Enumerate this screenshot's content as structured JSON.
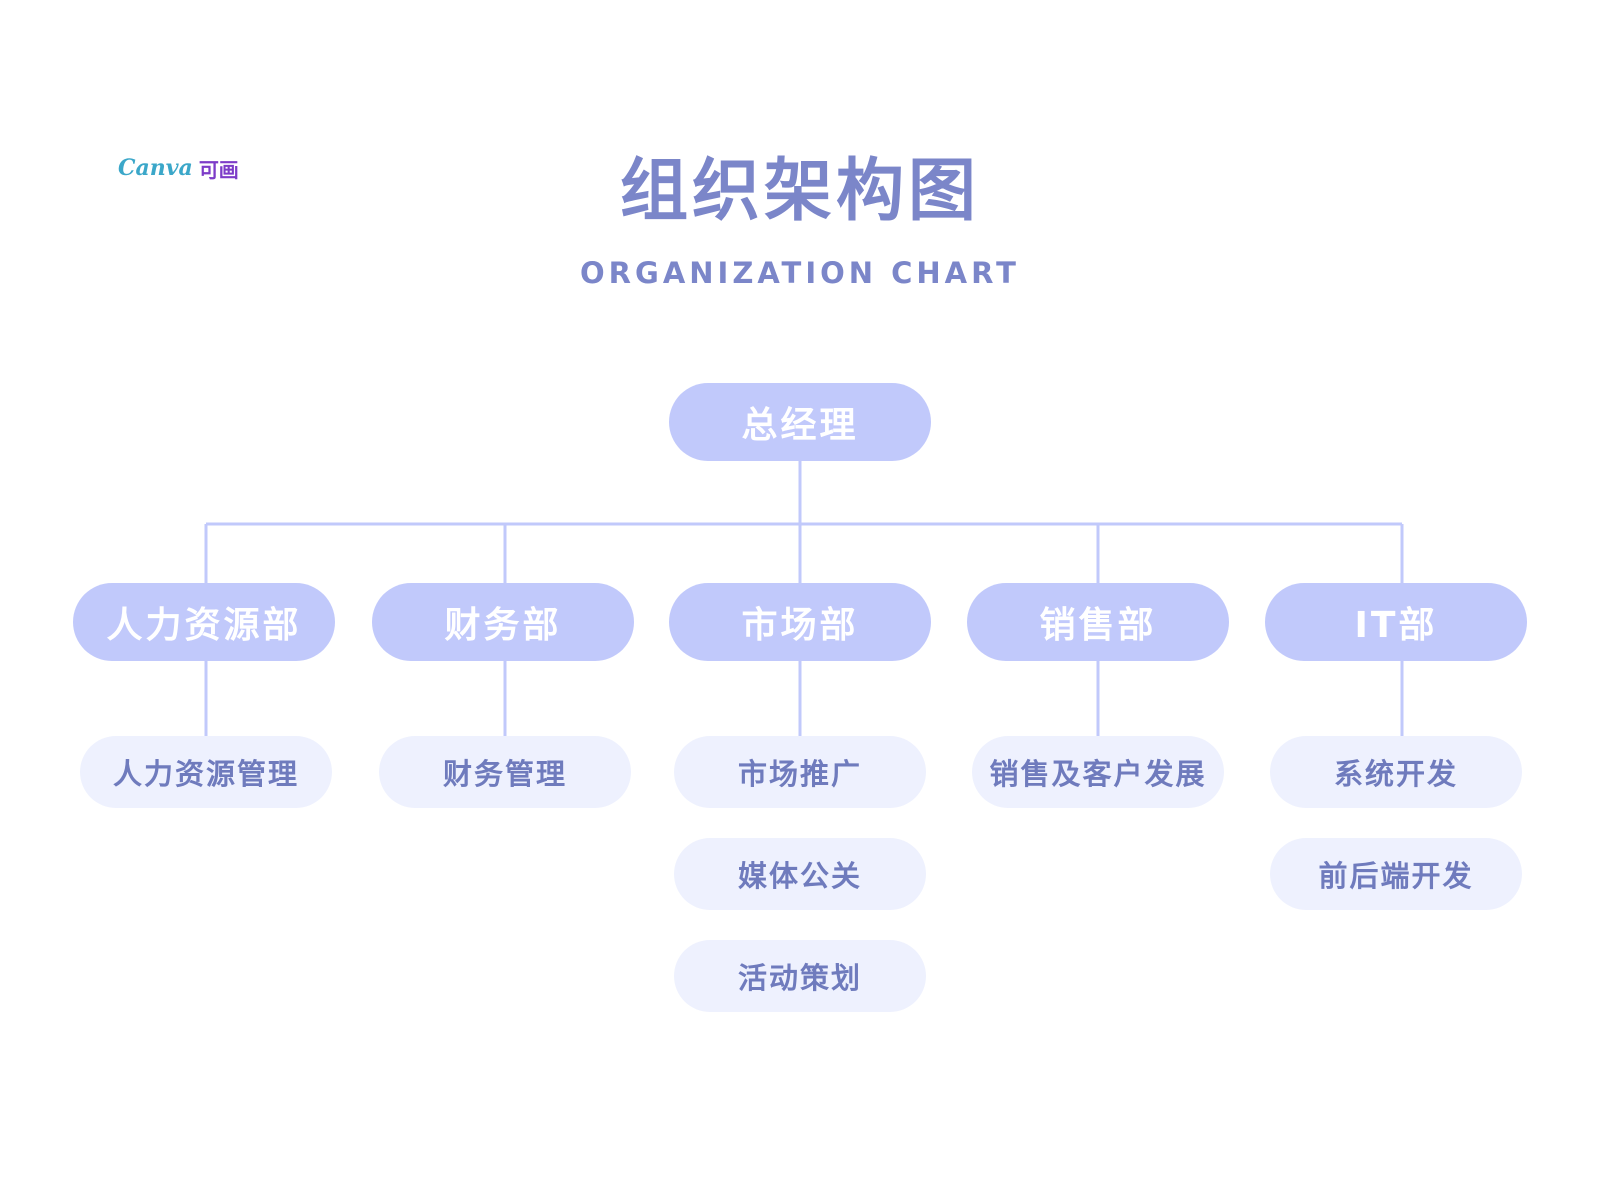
{
  "logo": {
    "latin": "Canva",
    "cjk": "可画"
  },
  "title": "组织架构图",
  "subtitle": "ORGANIZATION CHART",
  "colors": {
    "title": "#7b86c9",
    "node_fill": "#c1c9fb",
    "node_text": "#ffffff",
    "sub_fill": "#eef1fe",
    "sub_text": "#6f7bbd",
    "connector": "#c1c9fb"
  },
  "root": {
    "label": "总经理"
  },
  "departments": [
    {
      "label": "人力资源部",
      "subs": [
        "人力资源管理"
      ]
    },
    {
      "label": "财务部",
      "subs": [
        "财务管理"
      ]
    },
    {
      "label": "市场部",
      "subs": [
        "市场推广",
        "媒体公关",
        "活动策划"
      ]
    },
    {
      "label": "销售部",
      "subs": [
        "销售及客户发展"
      ]
    },
    {
      "label": "IT部",
      "subs": [
        "系统开发",
        "前后端开发"
      ]
    }
  ]
}
